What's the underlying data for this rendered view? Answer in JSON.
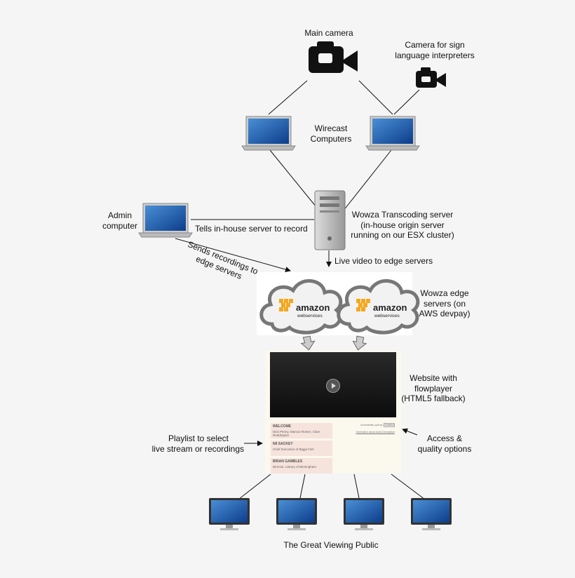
{
  "labels": {
    "main_camera": "Main camera",
    "sign_camera": [
      "Camera for sign",
      "language interpreters"
    ],
    "wirecast": [
      "Wirecast",
      "Computers"
    ],
    "admin": [
      "Admin",
      "computer"
    ],
    "tells": "Tells in-house server to record",
    "wowza_transcoding": [
      "Wowza Transcoding server",
      "(in-house origin server",
      "running on our ESX cluster)"
    ],
    "live_video": "Live video to edge servers",
    "sends": [
      "Sends recordings to",
      "edge servers"
    ],
    "wowza_edge": [
      "Wowza edge",
      "servers (on",
      "AWS devpay)"
    ],
    "website": [
      "Website with",
      "flowplayer",
      "(HTML5 fallback)"
    ],
    "playlist": [
      "Playlist to select",
      "live stream or recordings"
    ],
    "access": [
      "Access &",
      "quality options"
    ],
    "public": "The Great Viewing Public"
  },
  "aws": {
    "brand": "amazon",
    "sub": "webservices",
    "color": "#f4a81d"
  },
  "website_mock": {
    "playlist": [
      {
        "title": "WELCOME",
        "sub": "Dick Penny, Marcus Romer, Clare Reddington"
      },
      {
        "title": "NII SACKEY",
        "sub": "Chief Executive of Bigga Fish"
      },
      {
        "title": "BRIAN GAMBLES",
        "sub": "Director, Library of Birmingham"
      }
    ],
    "accessibility_label": "Accessibility options:",
    "accessibility_value": "Subtitled",
    "audio_link": "Information about Audio Description"
  },
  "icons": [
    "video-camera-icon",
    "laptop-icon",
    "server-tower-icon",
    "cloud-icon",
    "monitor-icon",
    "play-icon"
  ]
}
